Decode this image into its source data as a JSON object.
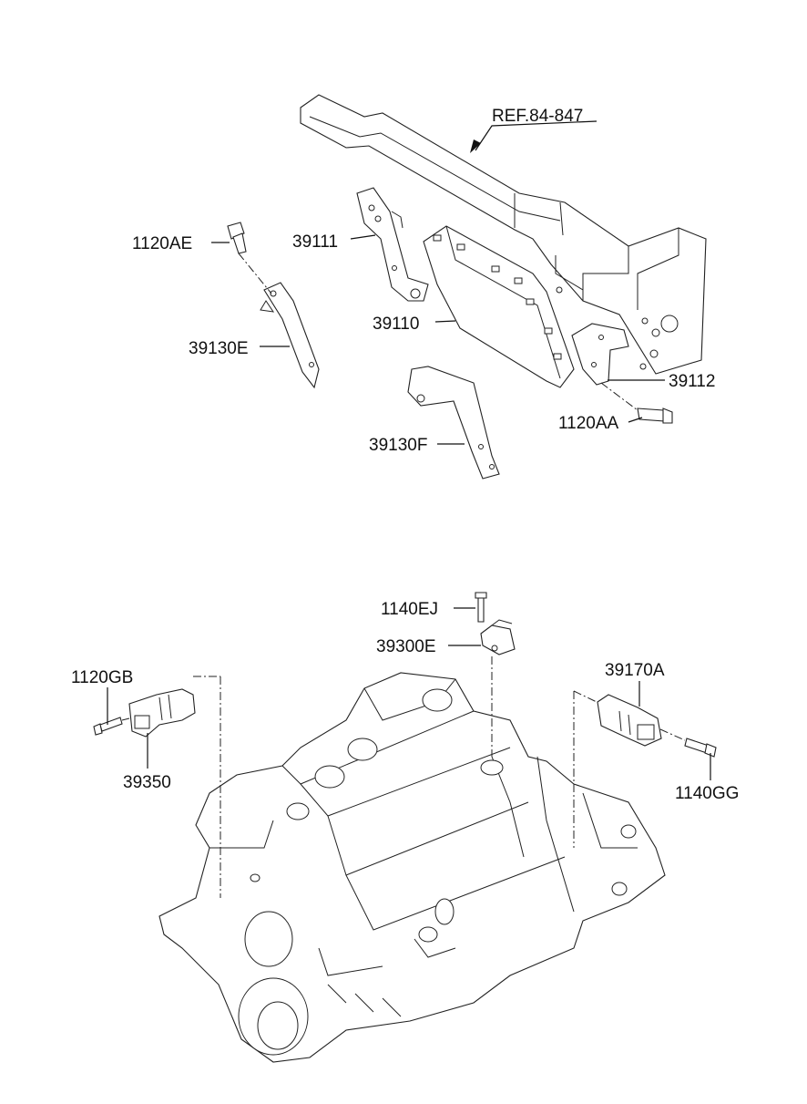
{
  "labels": {
    "ref": "REF.84-847",
    "p1120AE": "1120AE",
    "p39111": "39111",
    "p39110": "39110",
    "p39130E": "39130E",
    "p39112": "39112",
    "p1120AA": "1120AA",
    "p39130F": "39130F",
    "p1140EJ": "1140EJ",
    "p39300E": "39300E",
    "p39170A": "39170A",
    "p1120GB": "1120GB",
    "p39350": "39350",
    "p1140GG": "1140GG"
  }
}
